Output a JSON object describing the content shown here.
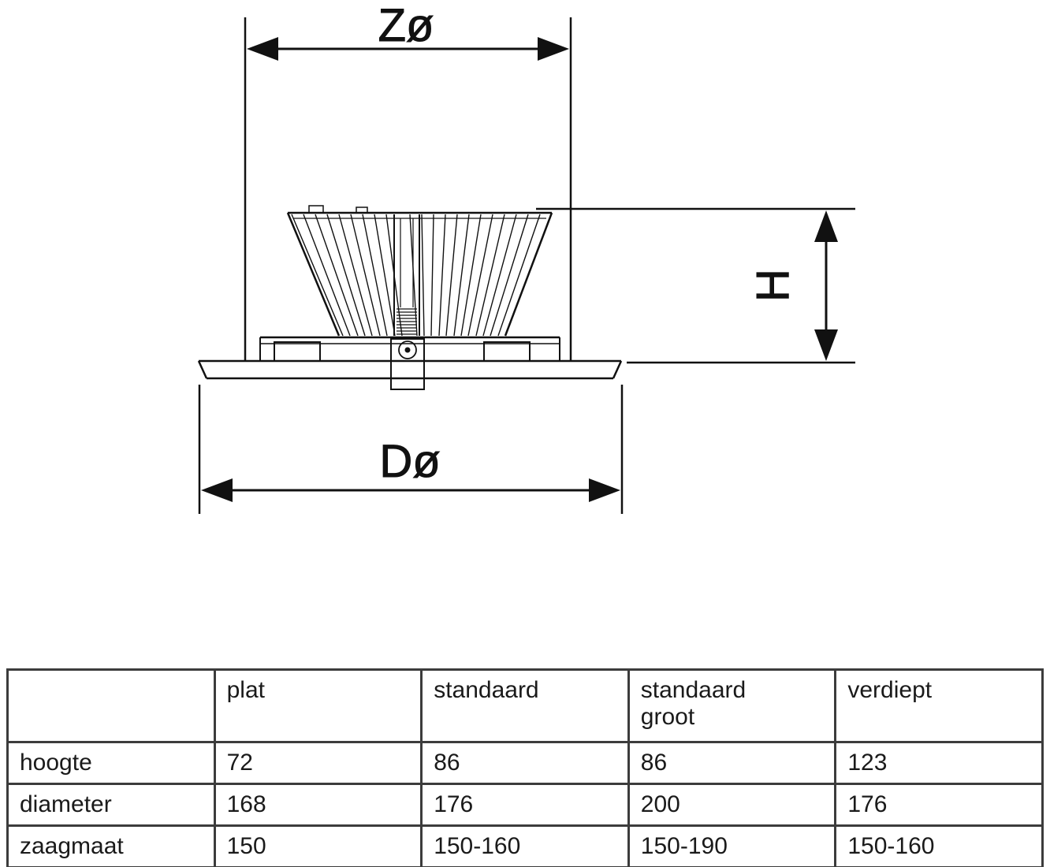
{
  "diagram": {
    "labels": {
      "top_diameter": "Zø",
      "bottom_diameter": "Dø",
      "height": "H"
    },
    "line_color": "#111111"
  },
  "table": {
    "columns": [
      "",
      "plat",
      "standaard",
      "standaard\ngroot",
      "verdiept"
    ],
    "rows": [
      {
        "label": "hoogte",
        "values": [
          "72",
          "86",
          "86",
          "123"
        ]
      },
      {
        "label": "diameter",
        "values": [
          "168",
          "176",
          "200",
          "176"
        ]
      },
      {
        "label": "zaagmaat",
        "values": [
          "150",
          "150-160",
          "150-190",
          "150-160"
        ]
      }
    ]
  }
}
